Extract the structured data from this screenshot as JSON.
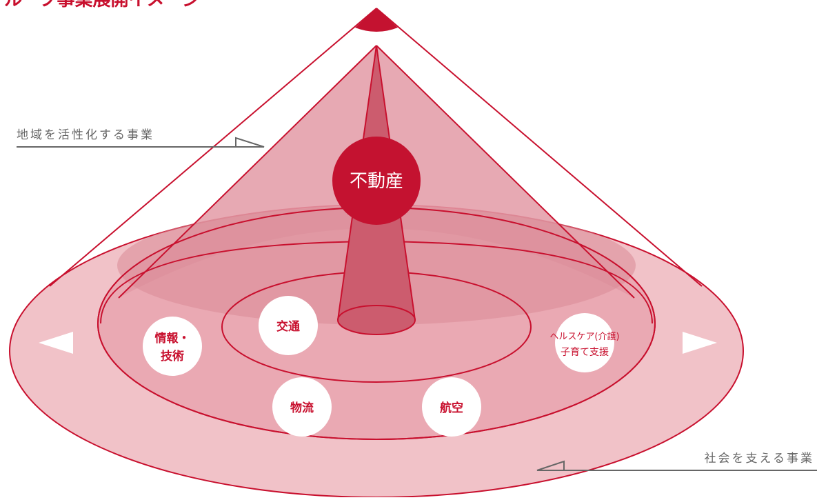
{
  "header": {
    "title_fragment": "ループ事業展開イメージ"
  },
  "labels": {
    "regional_business": "地域を活性化する事業",
    "social_business": "社会を支える事業"
  },
  "nodes": {
    "core": "不動産",
    "transport": "交通",
    "info_tech_line1": "情報・",
    "info_tech_line2": "技術",
    "logistics": "物流",
    "aviation": "航空",
    "healthcare_line1": "ヘルスケア(介護)",
    "healthcare_line2": "子育て支援"
  },
  "colors": {
    "brand_red": "#c8102e",
    "outer_fill": "#f1c2c8",
    "middle_fill": "#eaa9b3",
    "cone_fill": "#d98a96",
    "core_fill": "#c41230",
    "label_gray": "#666666"
  }
}
